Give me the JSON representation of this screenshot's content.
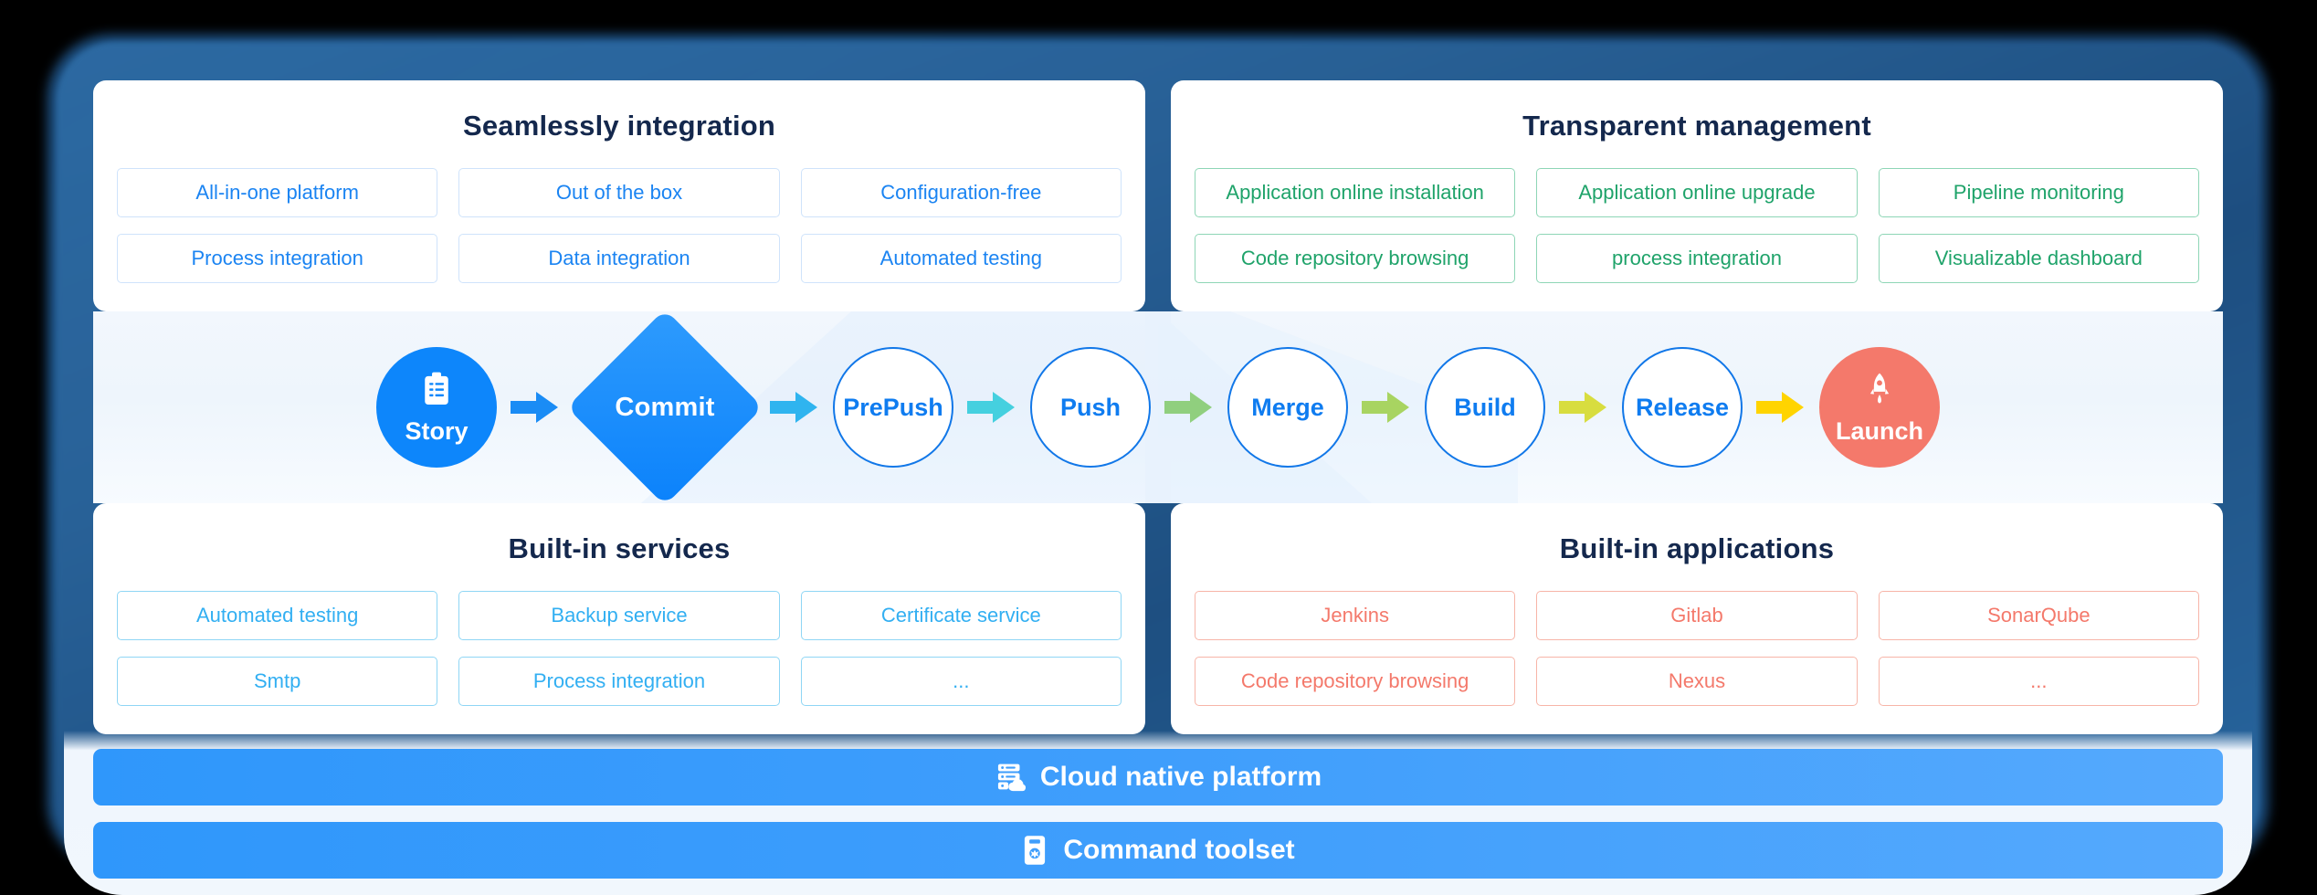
{
  "panels": {
    "top_left": {
      "title": "Seamlessly integration",
      "accent": "#1b84f2",
      "items": [
        "All-in-one platform",
        "Out of the box",
        "Configuration-free",
        "Process integration",
        "Data integration",
        "Automated testing"
      ]
    },
    "top_right": {
      "title": "Transparent management",
      "accent": "#1fa36a",
      "items": [
        "Application online installation",
        "Application online upgrade",
        "Pipeline monitoring",
        "Code repository browsing",
        "process integration",
        "Visualizable dashboard"
      ]
    },
    "bottom_left": {
      "title": "Built-in services",
      "accent": "#32aff2",
      "items": [
        "Automated testing",
        "Backup service",
        "Certificate service",
        "Smtp",
        "Process integration",
        "..."
      ]
    },
    "bottom_right": {
      "title": "Built-in applications",
      "accent": "#f4796b",
      "items": [
        "Jenkins",
        "Gitlab",
        "SonarQube",
        "Code repository browsing",
        "Nexus",
        "..."
      ]
    }
  },
  "pipeline": {
    "nodes": [
      {
        "label": "Story",
        "shape": "circle-filled",
        "color": "#0d86fb",
        "icon": "clipboard-checklist-icon"
      },
      {
        "label": "Commit",
        "shape": "diamond",
        "color": "#0b82fb",
        "icon": ""
      },
      {
        "label": "PrePush",
        "shape": "circle-outline",
        "color": "#1177e8",
        "icon": ""
      },
      {
        "label": "Push",
        "shape": "circle-outline",
        "color": "#1177e8",
        "icon": ""
      },
      {
        "label": "Merge",
        "shape": "circle-outline",
        "color": "#1177e8",
        "icon": ""
      },
      {
        "label": "Build",
        "shape": "circle-outline",
        "color": "#1177e8",
        "icon": ""
      },
      {
        "label": "Release",
        "shape": "circle-outline",
        "color": "#1177e8",
        "icon": ""
      },
      {
        "label": "Launch",
        "shape": "circle-filled",
        "color": "#f4796b",
        "icon": "rocket-icon"
      }
    ],
    "arrow_colors": [
      "#1a8cf5",
      "#2fb4ef",
      "#45d0df",
      "#90cf7e",
      "#a8d461",
      "#d8dd3f",
      "#ffd400"
    ]
  },
  "banners": [
    {
      "label": "Cloud native platform",
      "icon": "server-cloud-icon"
    },
    {
      "label": "Command toolset",
      "icon": "terminal-device-icon"
    }
  ]
}
